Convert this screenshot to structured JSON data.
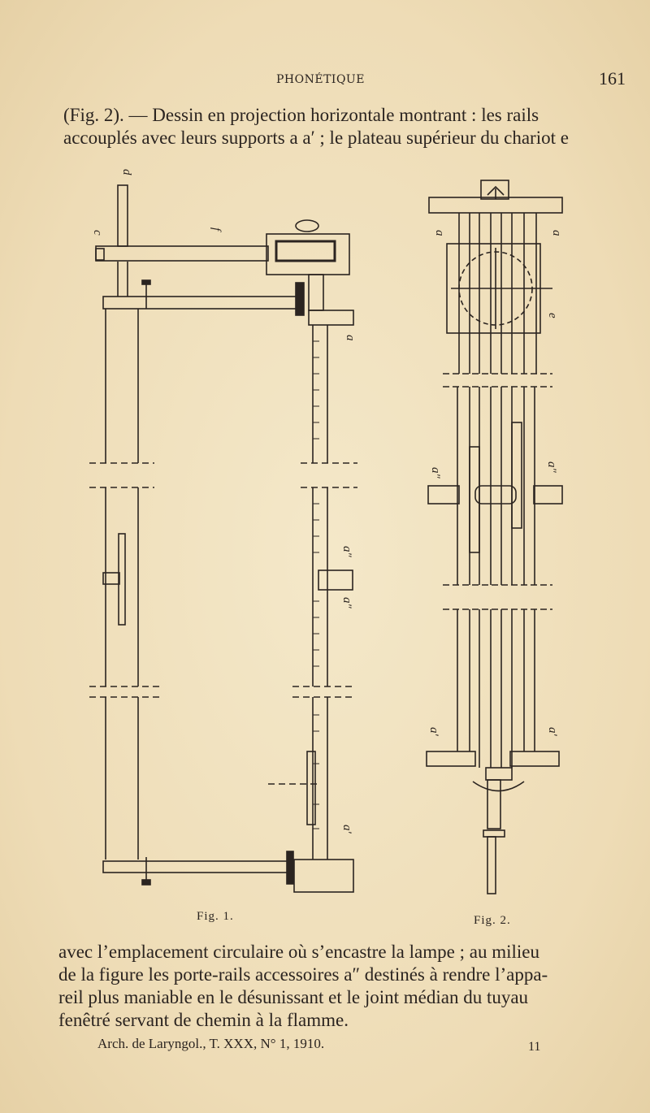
{
  "header": {
    "running_title": "PHONÉTIQUE",
    "page_number": "161"
  },
  "intro_lines": [
    "(Fig. 2). — Dessin en projection horizontale montrant : les rails",
    "accouplés avec leurs supports a a′ ; le plateau supérieur du chariot e"
  ],
  "figures": {
    "fig1": {
      "caption": "Fig. 1.",
      "labels": {
        "d": "d",
        "c": "c",
        "f": "f",
        "a": "a",
        "a2_upper": "a″",
        "a2_lower": "a″",
        "a1": "a′"
      }
    },
    "fig2": {
      "caption": "Fig. 2.",
      "labels": {
        "a_left": "a",
        "a_right": "a",
        "e": "e",
        "a2_left": "a″",
        "a2_right": "a″",
        "a1_left": "a′",
        "a1_right": "a′"
      }
    }
  },
  "continuation_lines": [
    "avec l’emplacement circulaire où s’encastre la lampe ; au milieu",
    "de la figure les porte-rails accessoires a″ destinés à rendre l’appa-",
    "reil plus maniable en le désunissant et le joint médian du tuyau",
    "fenêtré servant de chemin à la flamme."
  ],
  "footer": {
    "citation": "Arch. de Laryngol., T. XXX, N° 1, 1910.",
    "sheet_number": "11"
  }
}
